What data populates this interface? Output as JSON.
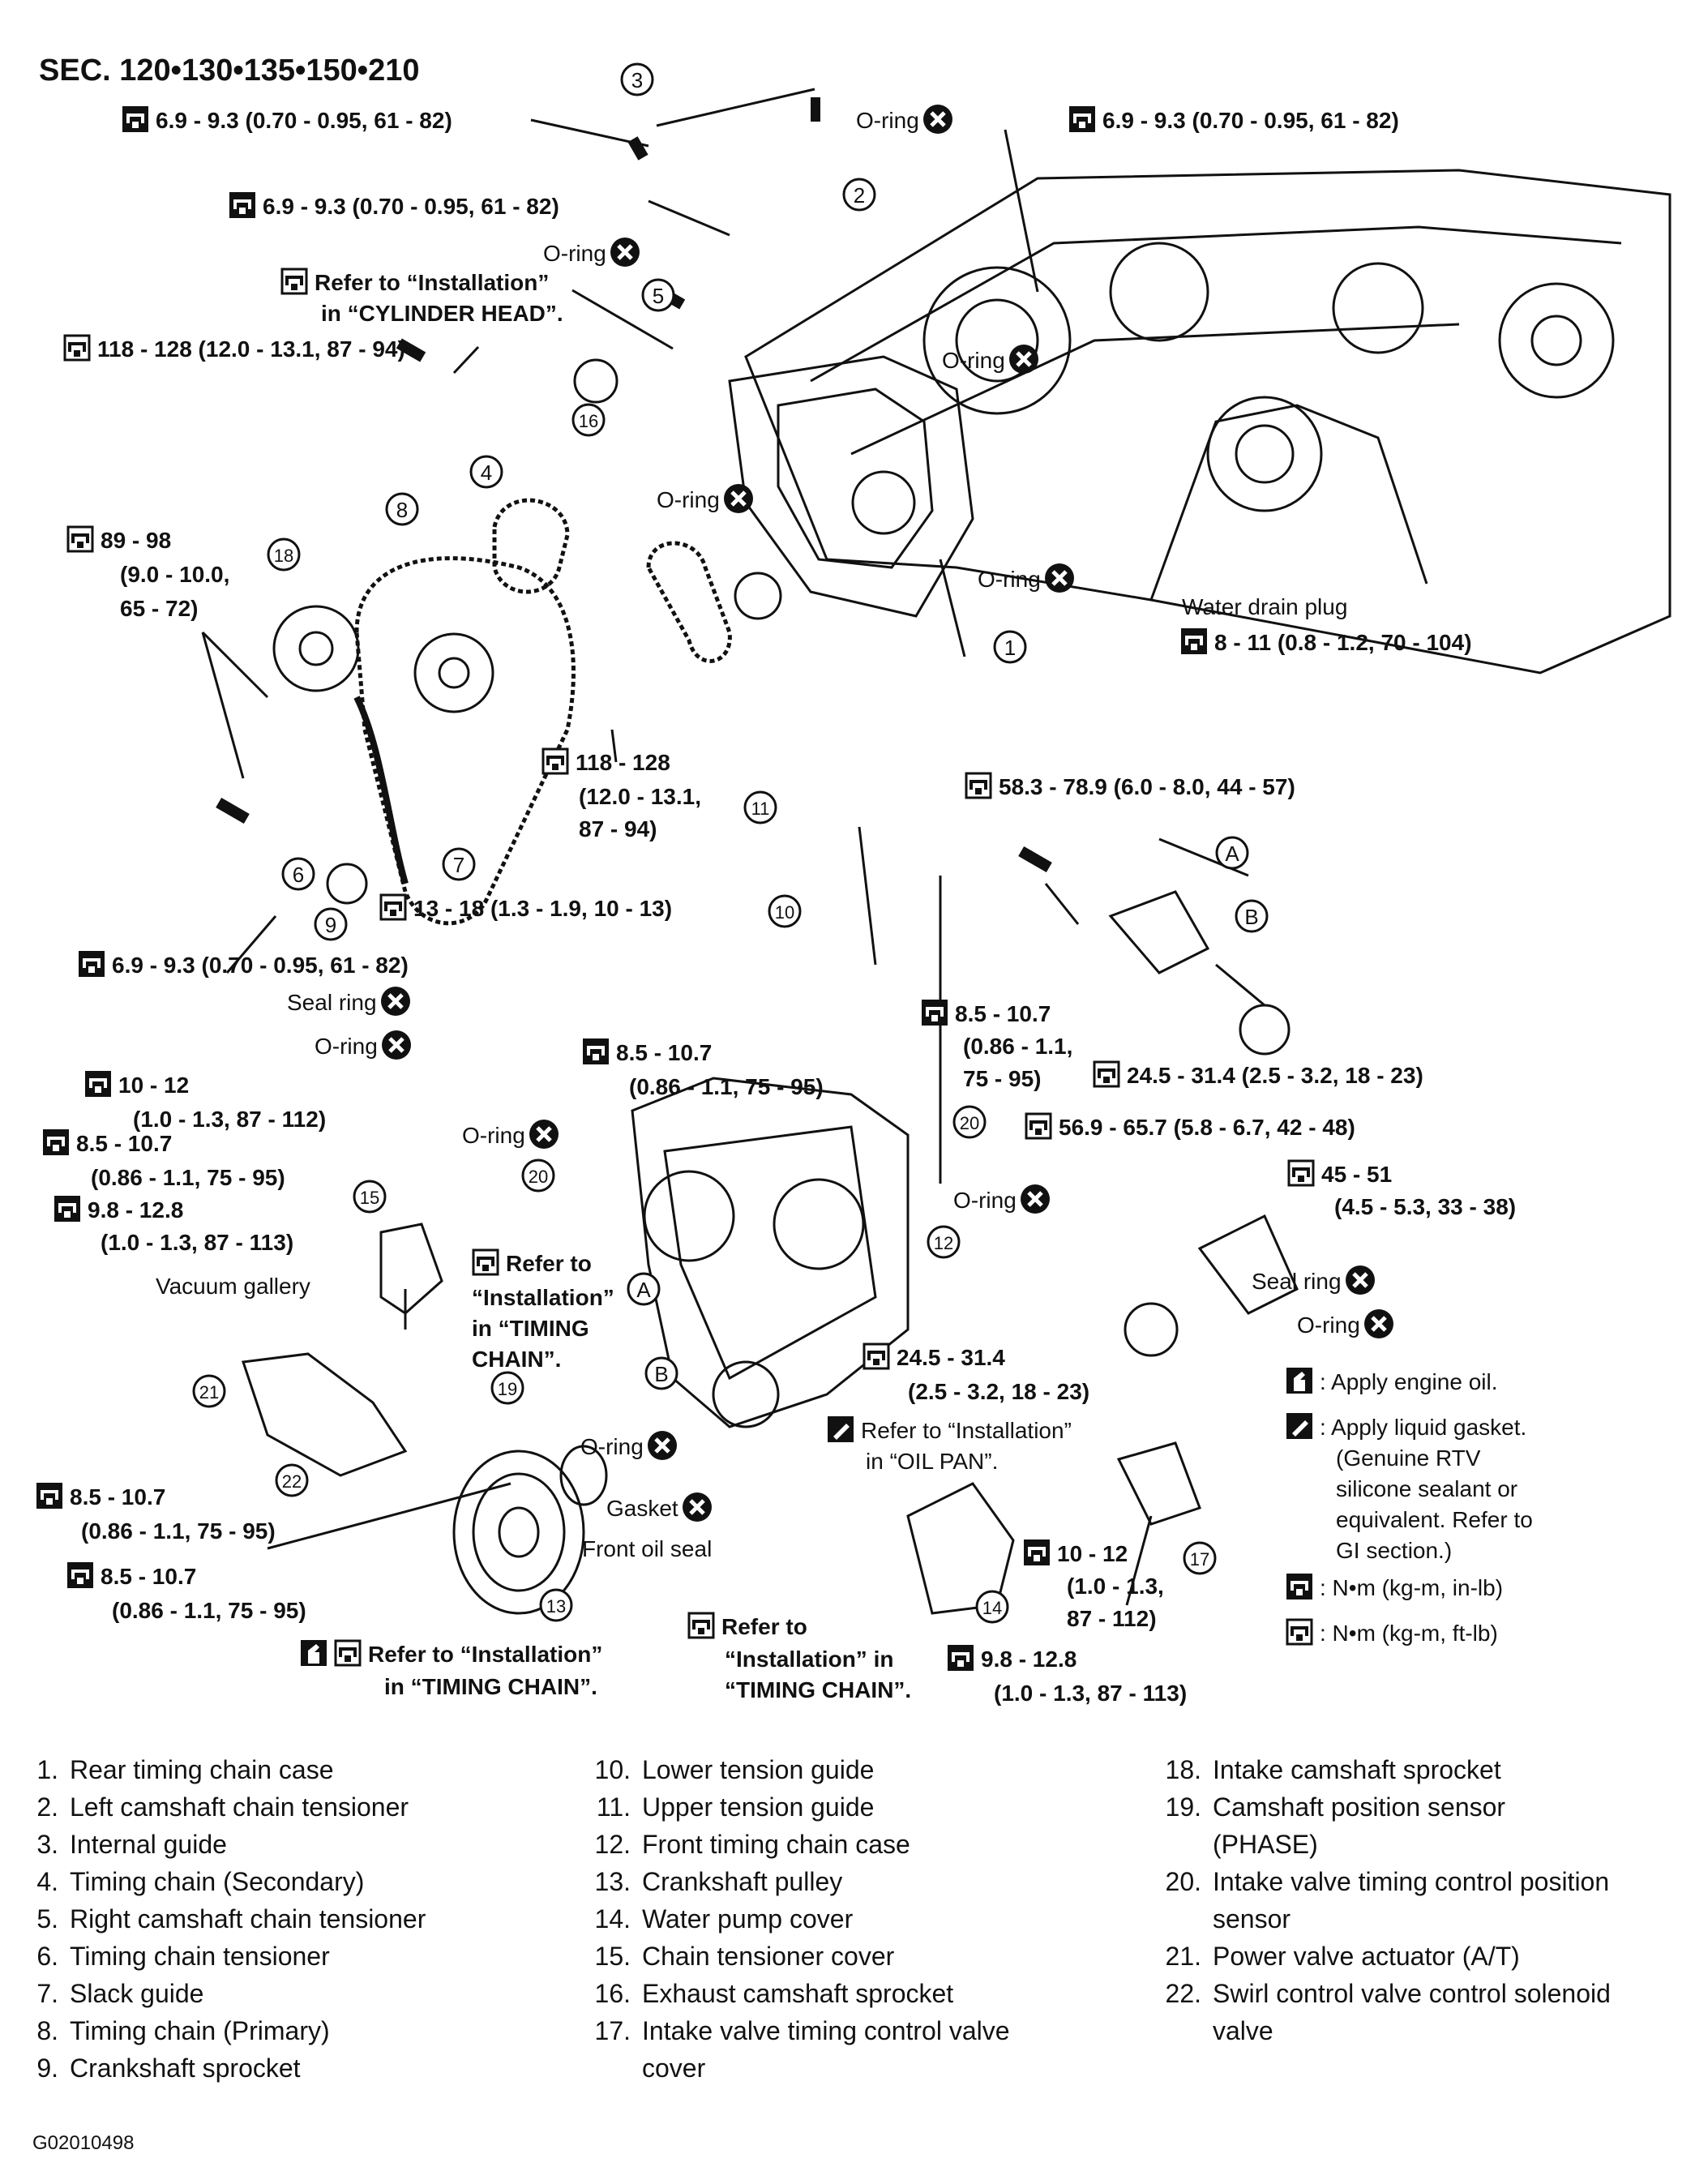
{
  "section": "SEC. 120•130•135•150•210",
  "torque_labels": [
    "6.9 - 9.3 (0.70 - 0.95, 61 - 82)",
    "6.9 - 9.3 (0.70 - 0.95, 61 - 82)",
    "6.9 - 9.3 (0.70 - 0.95, 61 - 82)",
    "118 - 128 (12.0 - 13.1, 87 - 94)",
    "89 - 98",
    "(9.0 - 10.0,",
    "65 - 72)",
    "118 - 128",
    "(12.0 - 13.1,",
    "87 - 94)",
    "8 - 11 (0.8 - 1.2, 70 - 104)",
    "58.3 - 78.9 (6.0 - 8.0, 44 - 57)",
    "13 - 18 (1.3 - 1.9, 10 - 13)",
    "6.9 - 9.3 (0.70 - 0.95, 61 - 82)",
    "8.5 - 10.7",
    "(0.86 - 1.1, 75 - 95)",
    "8.5 - 10.7",
    "(0.86 - 1.1,",
    "75 - 95)",
    "24.5 - 31.4 (2.5 - 3.2, 18 - 23)",
    "10 - 12",
    "(1.0 - 1.3, 87 - 112)",
    "8.5 - 10.7",
    "(0.86 - 1.1, 75 - 95)",
    "9.8 - 12.8",
    "(1.0 - 1.3, 87 - 113)",
    "56.9 - 65.7 (5.8 - 6.7, 42 - 48)",
    "45 - 51",
    "(4.5 - 5.3, 33 - 38)",
    "24.5 - 31.4",
    "(2.5 - 3.2, 18 - 23)",
    "8.5 - 10.7",
    "(0.86 - 1.1, 75 - 95)",
    "8.5 - 10.7",
    "(0.86 - 1.1, 75 - 95)",
    "10 - 12",
    "(1.0 - 1.3,",
    "87 - 112)",
    "9.8 - 12.8",
    "(1.0 - 1.3, 87 - 113)"
  ],
  "callouts": {
    "o_ring": "O-ring",
    "seal_ring": "Seal ring",
    "gasket": "Gasket",
    "front_oil_seal": "Front oil seal",
    "vacuum_gallery": "Vacuum gallery",
    "water_drain_plug": "Water drain plug",
    "refer_cyl_1": "Refer to “Installation”",
    "refer_cyl_2": "in “CYLINDER HEAD”.",
    "refer_tc_a1": "Refer to",
    "refer_tc_a2": "“Installation”",
    "refer_tc_a3": "in “TIMING",
    "refer_tc_a4": "CHAIN”.",
    "refer_oil_1": "Refer to “Installation”",
    "refer_oil_2": "in “OIL PAN”.",
    "refer_tc_b1": "Refer to “Installation”",
    "refer_tc_b2": "in “TIMING CHAIN”.",
    "refer_tc_c1": "Refer to",
    "refer_tc_c2": "“Installation” in",
    "refer_tc_c3": "“TIMING CHAIN”."
  },
  "markers": [
    "1",
    "2",
    "3",
    "4",
    "5",
    "6",
    "7",
    "8",
    "9",
    "10",
    "11",
    "12",
    "13",
    "14",
    "15",
    "16",
    "17",
    "18",
    "19",
    "20",
    "21",
    "22",
    "A",
    "B"
  ],
  "legend": {
    "oil": ": Apply engine oil.",
    "gasket_1": ": Apply liquid gasket.",
    "gasket_2": "(Genuine RTV",
    "gasket_3": "silicone sealant or",
    "gasket_4": "equivalent. Refer to",
    "gasket_5": "GI section.)",
    "nm_in": ": N•m (kg-m, in-lb)",
    "nm_ft": ": N•m (kg-m, ft-lb)"
  },
  "parts": [
    {
      "num": "1.",
      "name": "Rear timing chain case"
    },
    {
      "num": "2.",
      "name": "Left camshaft chain tensioner"
    },
    {
      "num": "3.",
      "name": "Internal guide"
    },
    {
      "num": "4.",
      "name": "Timing chain (Secondary)"
    },
    {
      "num": "5.",
      "name": "Right camshaft chain tensioner"
    },
    {
      "num": "6.",
      "name": "Timing chain tensioner"
    },
    {
      "num": "7.",
      "name": "Slack guide"
    },
    {
      "num": "8.",
      "name": "Timing chain (Primary)"
    },
    {
      "num": "9.",
      "name": "Crankshaft sprocket"
    },
    {
      "num": "10.",
      "name": "Lower tension guide"
    },
    {
      "num": "11.",
      "name": "Upper tension guide"
    },
    {
      "num": "12.",
      "name": "Front timing chain case"
    },
    {
      "num": "13.",
      "name": "Crankshaft pulley"
    },
    {
      "num": "14.",
      "name": "Water pump cover"
    },
    {
      "num": "15.",
      "name": "Chain tensioner cover"
    },
    {
      "num": "16.",
      "name": "Exhaust camshaft sprocket"
    },
    {
      "num": "17.",
      "name": "Intake valve timing control valve cover"
    },
    {
      "num": "18.",
      "name": "Intake camshaft sprocket"
    },
    {
      "num": "19.",
      "name": "Camshaft position sensor (PHASE)"
    },
    {
      "num": "20.",
      "name": "Intake valve timing control position sensor"
    },
    {
      "num": "21.",
      "name": "Power valve actuator (A/T)"
    },
    {
      "num": "22.",
      "name": "Swirl control valve control solenoid valve"
    }
  ],
  "figure_code": "G02010498"
}
